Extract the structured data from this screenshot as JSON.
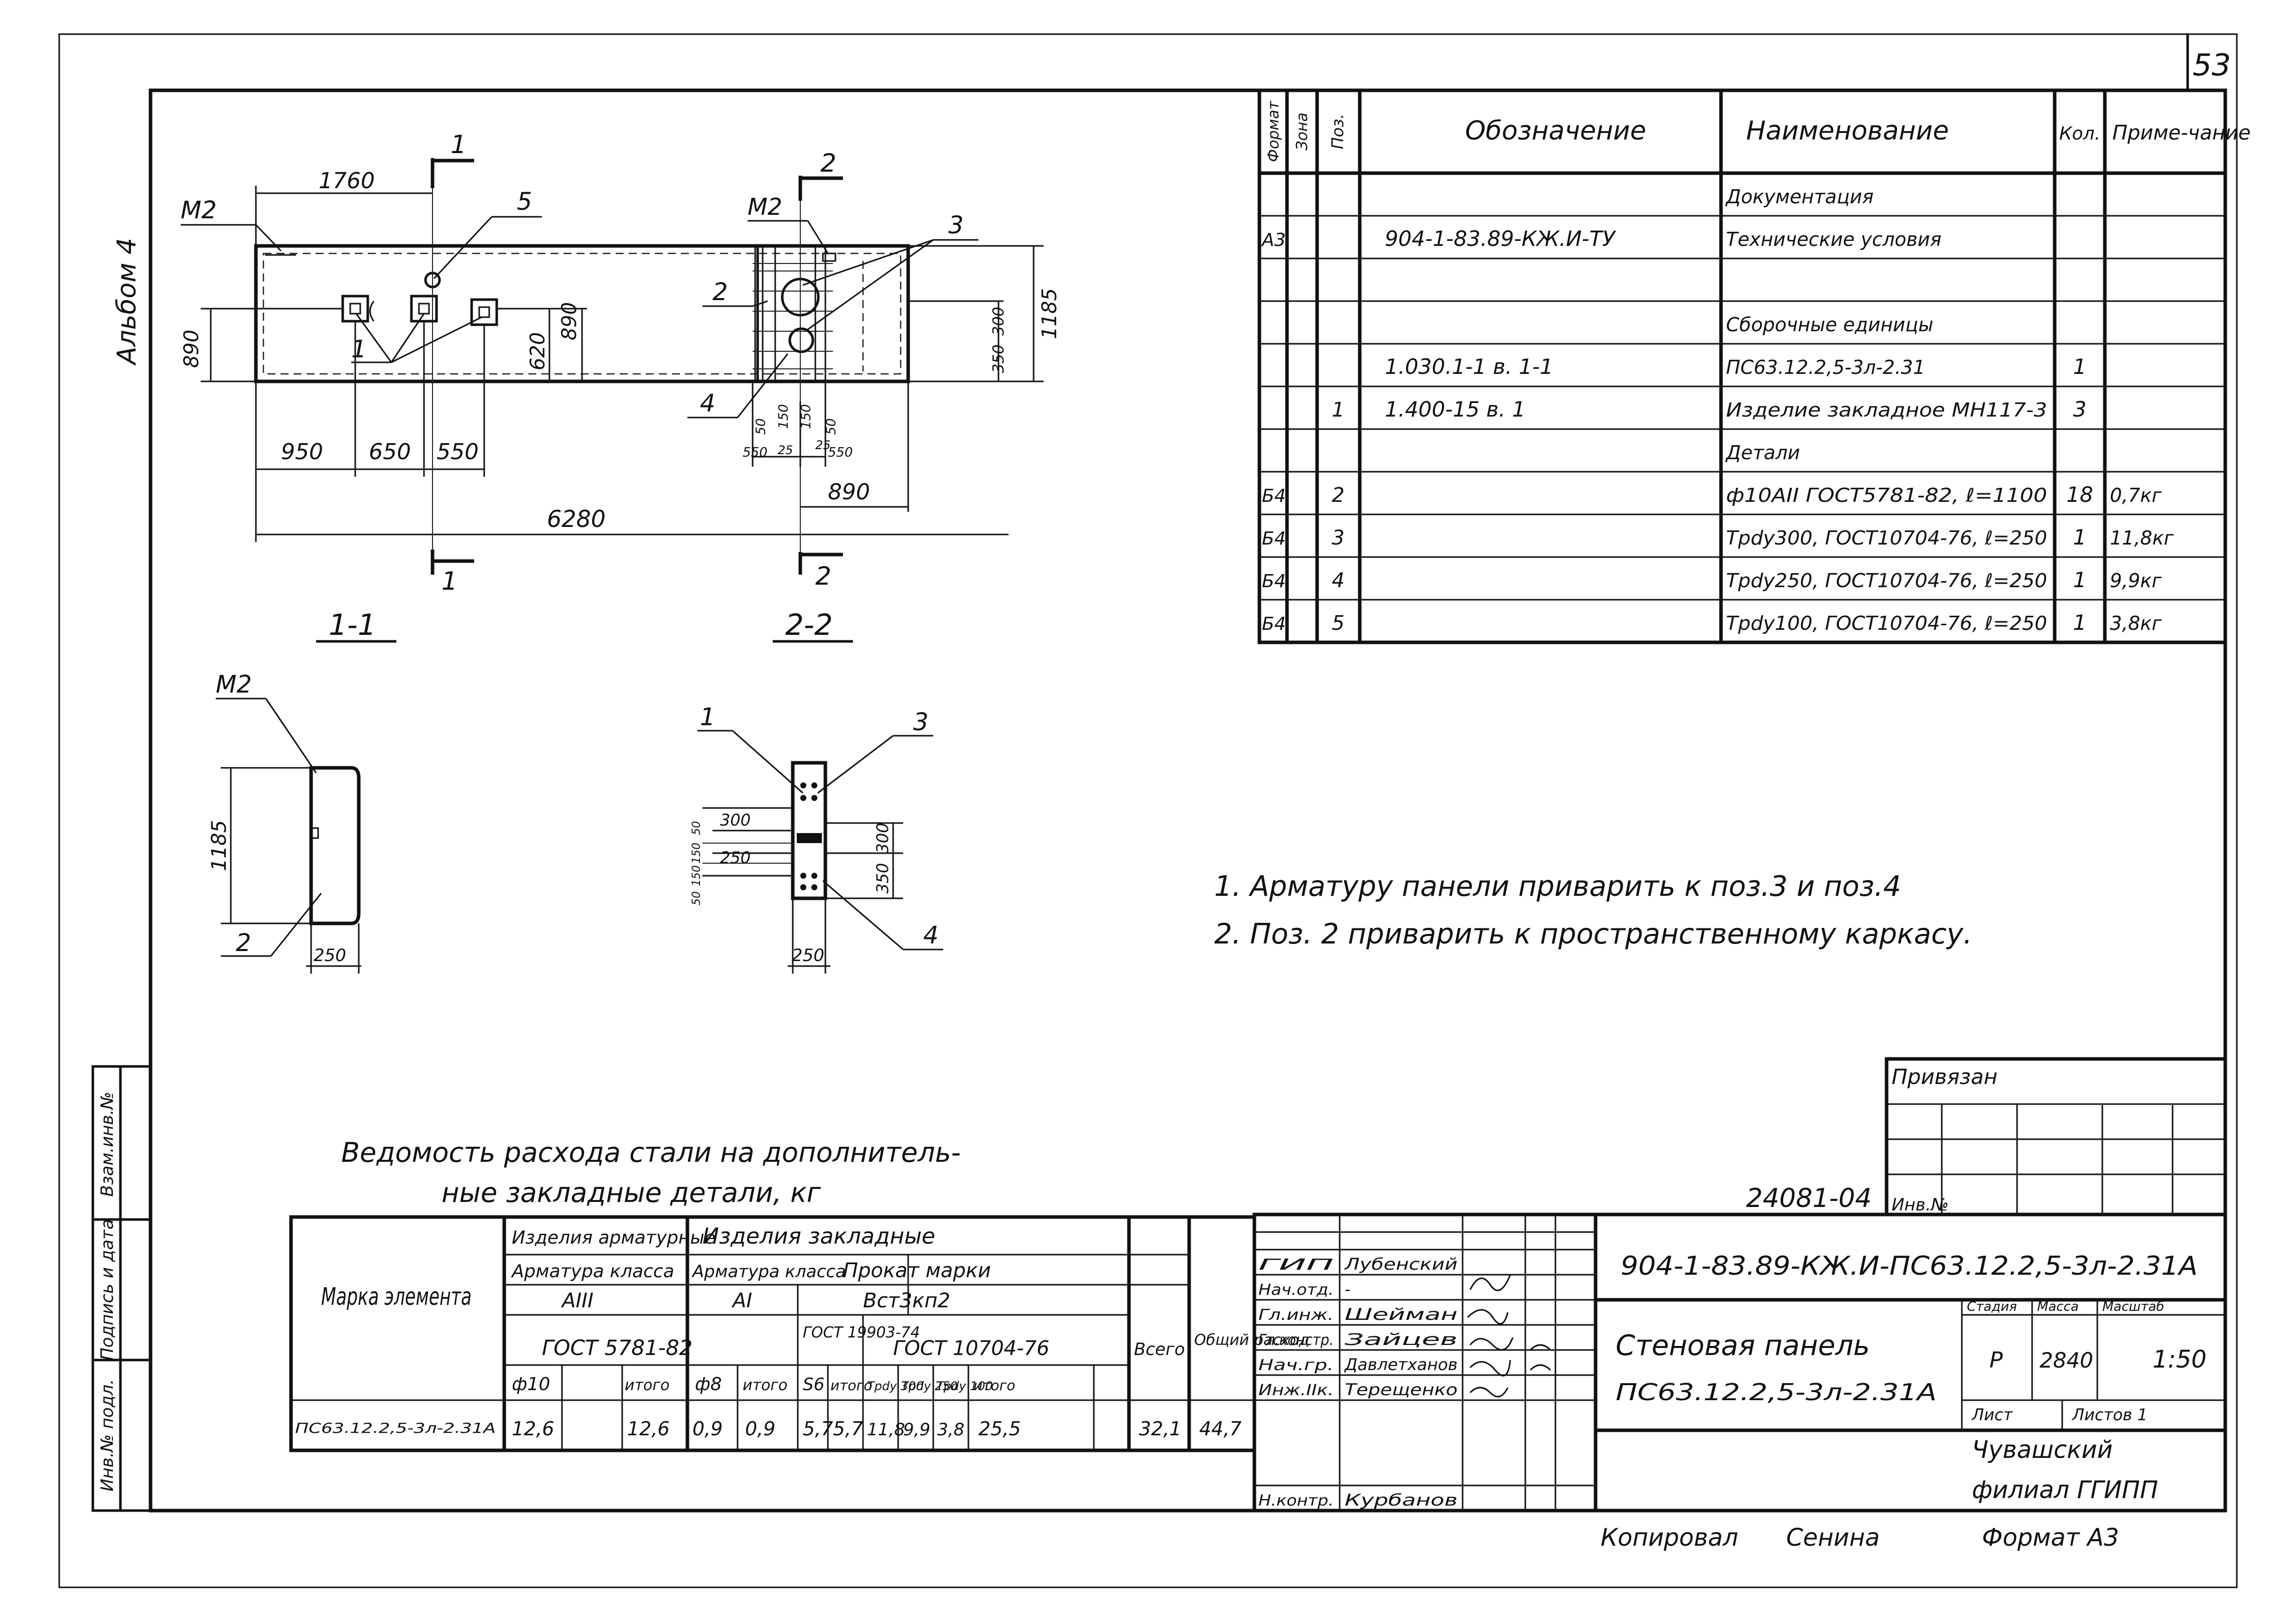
{
  "sheet": {
    "number": "53",
    "album": "Альбом 4"
  },
  "spec": {
    "headers": {
      "format": "Формат",
      "zone": "Зона",
      "pos": "Поз.",
      "designation": "Обозначение",
      "name": "Наименование",
      "qty": "Кол.",
      "note": "Приме-чание"
    },
    "rows": [
      {
        "format": "",
        "pos": "",
        "designation": "",
        "name": "Документация",
        "qty": "",
        "note": ""
      },
      {
        "format": "А3",
        "pos": "",
        "designation": "904-1-83.89-КЖ.И-ТУ",
        "name": "Технические условия",
        "qty": "",
        "note": ""
      },
      {
        "format": "",
        "pos": "",
        "designation": "",
        "name": "",
        "qty": "",
        "note": ""
      },
      {
        "format": "",
        "pos": "",
        "designation": "",
        "name": "Сборочные единицы",
        "qty": "",
        "note": ""
      },
      {
        "format": "",
        "pos": "",
        "designation": "1.030.1-1 в. 1-1",
        "name": "ПС63.12.2,5-3л-2.31",
        "qty": "1",
        "note": ""
      },
      {
        "format": "",
        "pos": "1",
        "designation": "1.400-15 в. 1",
        "name": "Изделие закладное МН117-3",
        "qty": "3",
        "note": ""
      },
      {
        "format": "",
        "pos": "",
        "designation": "",
        "name": "Детали",
        "qty": "",
        "note": ""
      },
      {
        "format": "Б4",
        "pos": "2",
        "designation": "",
        "name": "ф10АII ГОСТ5781-82, ℓ=1100",
        "qty": "18",
        "note": "0,7кг"
      },
      {
        "format": "Б4",
        "pos": "3",
        "designation": "",
        "name": "Трdу300, ГОСТ10704-76, ℓ=250",
        "qty": "1",
        "note": "11,8кг"
      },
      {
        "format": "Б4",
        "pos": "4",
        "designation": "",
        "name": "Трdу250, ГОСТ10704-76, ℓ=250",
        "qty": "1",
        "note": "9,9кг"
      },
      {
        "format": "Б4",
        "pos": "5",
        "designation": "",
        "name": "Трdу100, ГОСТ10704-76, ℓ=250",
        "qty": "1",
        "note": "3,8кг"
      }
    ]
  },
  "drawing": {
    "elev11": {
      "dim_1760": "1760",
      "m2": "М2",
      "label_5": "5",
      "label_1": "1",
      "dim_890a": "890",
      "dim_620": "620",
      "dim_890b": "890",
      "dim_950": "950",
      "dim_650": "650",
      "dim_550": "550",
      "dim_6280": "6280",
      "cut": "1",
      "caption": "1-1"
    },
    "elev22": {
      "m2": "М2",
      "cut": "2",
      "label_3": "3",
      "label_2": "2",
      "label_4": "4",
      "dim_1185": "1185",
      "dim_300": "300",
      "dim_350": "350",
      "dim_890": "890",
      "small_dims": [
        "50",
        "550",
        "25",
        "150",
        "150",
        "25",
        "50",
        "550"
      ],
      "caption": "2-2"
    },
    "sec1": {
      "m2": "М2",
      "dim_1185": "1185",
      "label_2": "2",
      "dim_250": "250"
    },
    "sec2": {
      "label_1": "1",
      "label_3": "3",
      "label_4": "4",
      "dim_300": "300",
      "dim_250": "250",
      "dim_350": "350",
      "dim_300b": "300",
      "dim_250b": "250",
      "side_dims": [
        "50",
        "150",
        "150",
        "50"
      ]
    }
  },
  "notes": [
    "1. Арматуру панели приварить к поз.3 и поз.4",
    "2. Поз. 2 приварить к пространственному каркасу."
  ],
  "steel": {
    "title_line1": "Ведомость расхода стали на дополнитель-",
    "title_line2": "ные закладные детали, кг",
    "mark_header": "Марка элемента",
    "g1": "Изделия арматурные",
    "g2": "Изделия закладные",
    "g1_sub": "Арматура класса",
    "g2_sub1": "Арматура класса",
    "g2_sub2": "Прокат марки",
    "cls_a3": "АIII",
    "cls_a1": "АI",
    "vst": "Вст3кп2",
    "gost1": "ГОСТ 5781-82",
    "gost2": "ГОСТ 19903-74",
    "gost3": "ГОСТ 10704-76",
    "vsego": "Всего",
    "total": "Общий расход",
    "cols": [
      "ф10",
      "",
      "итого",
      "ф8",
      "итого",
      "S6",
      "итого",
      "Трdу 300",
      "Трdу 250",
      "Трdу 100",
      "итого"
    ],
    "row": {
      "mark": "ПС63.12.2,5-3л-2.31А",
      "values": [
        "12,6",
        "",
        "12,6",
        "0,9",
        "0,9",
        "5,7",
        "5,7",
        "11,8",
        "9,9",
        "3,8",
        "25,5"
      ],
      "vsego": "32,1",
      "total": "44,7"
    }
  },
  "title_block": {
    "privyazan": "Привязан",
    "inv_no": "24081-04",
    "inv_label": "Инв.№",
    "code": "904-1-83.89-КЖ.И-ПС63.12.2,5-3л-2.31А",
    "title_line1": "Стеновая панель",
    "title_line2": "ПС63.12.2,5-3л-2.31А",
    "headers": {
      "stage": "Стадия",
      "mass": "Масса",
      "scale": "Масштаб"
    },
    "stage": "Р",
    "mass": "2840",
    "scale": "1:50",
    "sheet_label": "Лист",
    "sheets_label": "Листов 1",
    "org_line1": "Чувашский",
    "org_line2": "филиал ГГИПП",
    "staff": [
      {
        "role": "ГИП",
        "name": "Лубенский"
      },
      {
        "role": "Нач.отд.",
        "name": "-"
      },
      {
        "role": "Гл.инж.",
        "name": "Шейман"
      },
      {
        "role": "Гл.констр.",
        "name": "Зайцев"
      },
      {
        "role": "Нач.гр.",
        "name": "Давлетханов"
      },
      {
        "role": "Инж.IIк.",
        "name": "Терещенко"
      },
      {
        "role": "Н.контр.",
        "name": "Курбанов"
      }
    ],
    "copied": "Копировал",
    "copier": "Сенина",
    "format": "Формат А3"
  },
  "side_stamp": [
    "Инв.№ подл.",
    "Подпись и дата",
    "Взам.инв.№"
  ]
}
